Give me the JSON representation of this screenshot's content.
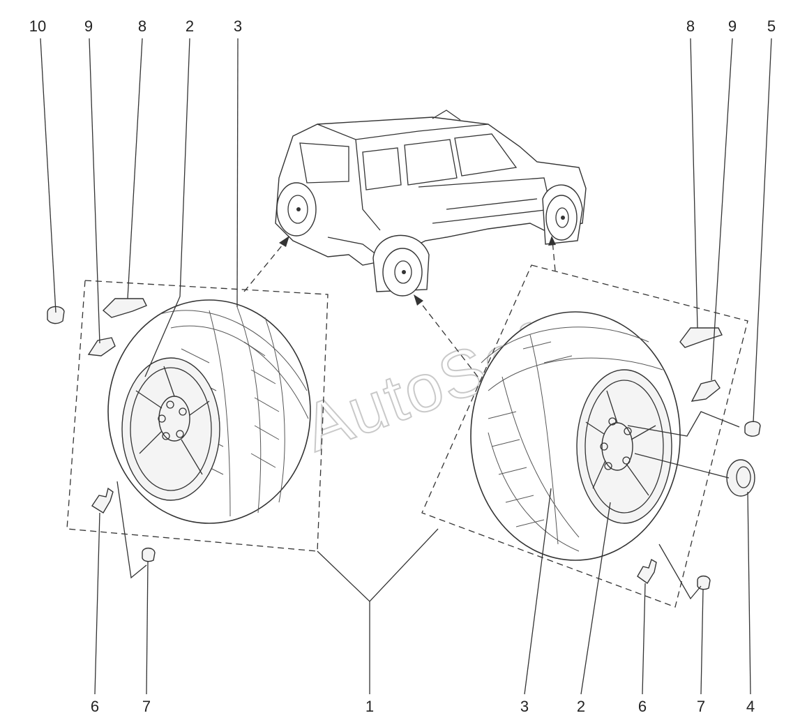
{
  "diagram": {
    "watermark": "AutoSoft",
    "callouts": [
      {
        "id": "c10-top-left",
        "label": "10"
      },
      {
        "id": "c9-top-left",
        "label": "9"
      },
      {
        "id": "c8-top-left",
        "label": "8"
      },
      {
        "id": "c2-top-left",
        "label": "2"
      },
      {
        "id": "c3-top-left",
        "label": "3"
      },
      {
        "id": "c8-top-right",
        "label": "8"
      },
      {
        "id": "c9-top-right",
        "label": "9"
      },
      {
        "id": "c5-top-right",
        "label": "5"
      },
      {
        "id": "c6-bottom-left",
        "label": "6"
      },
      {
        "id": "c7-bottom-left",
        "label": "7"
      },
      {
        "id": "c1-bottom-center",
        "label": "1"
      },
      {
        "id": "c3-bottom-right",
        "label": "3"
      },
      {
        "id": "c2-bottom-right",
        "label": "2"
      },
      {
        "id": "c6-bottom-right",
        "label": "6"
      },
      {
        "id": "c7-bottom-right",
        "label": "7"
      },
      {
        "id": "c4-bottom-right",
        "label": "4"
      }
    ]
  }
}
